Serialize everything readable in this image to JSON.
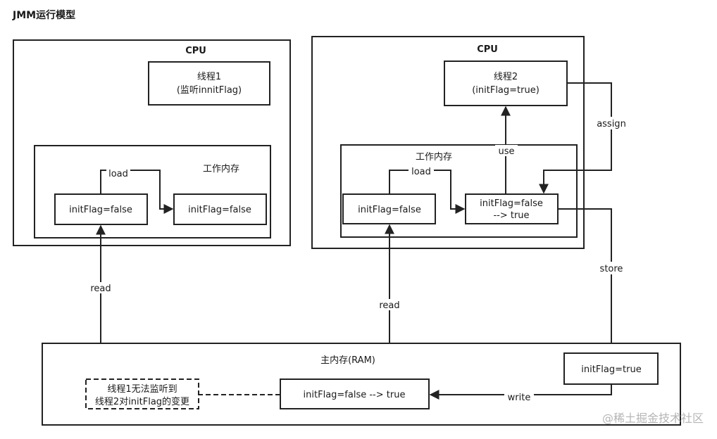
{
  "title": "JMM运行模型",
  "cpu1": {
    "label": "CPU",
    "thread_line1": "线程1",
    "thread_line2": "(监听innitFlag)",
    "work_memory_label": "工作内存",
    "var_left": "initFlag=false",
    "var_right": "initFlag=false"
  },
  "cpu2": {
    "label": "CPU",
    "thread_line1": "线程2",
    "thread_line2": "(initFlag=true)",
    "work_memory_label": "工作内存",
    "var_left": "initFlag=false",
    "var_right_line1": "initFlag=false",
    "var_right_line2": "--> true"
  },
  "main_memory": {
    "label": "主内存(RAM)",
    "var_center": "initFlag=false --> true",
    "var_right": "initFlag=true",
    "note_line1": "线程1无法监听到",
    "note_line2": "线程2对initFlag的变更"
  },
  "edges": {
    "load1": "load",
    "load2": "load",
    "read1": "read",
    "read2": "read",
    "use": "use",
    "assign": "assign",
    "store": "store",
    "write": "write"
  },
  "watermark": "@稀土掘金技术社区"
}
